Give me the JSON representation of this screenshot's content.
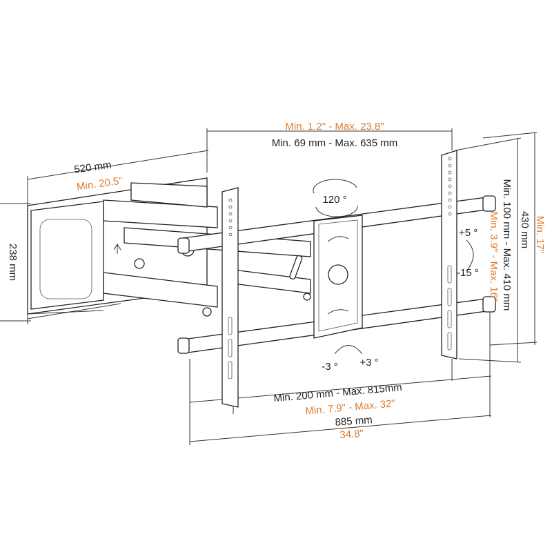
{
  "colors": {
    "accent": "#e07b2c",
    "ink": "#222222"
  },
  "dimensions": {
    "depth_in": "Min. 1.2\" - Max. 23.8\"",
    "depth_mm": "Min. 69 mm - Max. 635 mm",
    "arm_length_mm": "520  mm",
    "arm_length_in": "Min. 20.5\"",
    "wall_plate_height": "238 mm",
    "swivel": "120 °",
    "tilt_up": "+5 °",
    "tilt_down": "-15 °",
    "vesa_vertical_mm": "Min. 100 mm - Max. 410 mm",
    "vesa_vertical_in": "Min. 3.9\" - Max. 16\"",
    "rail_height_mm": "430 mm",
    "rail_height_in": "Min. 17\"",
    "level_minus": "-3 °",
    "level_plus": "+3 °",
    "vesa_horizontal_mm": "Min. 200 mm - Max. 815mm",
    "vesa_horizontal_in": "Min. 7.9\" - Max. 32\"",
    "bar_width_mm": "885  mm",
    "bar_width_in": "34.8\""
  }
}
